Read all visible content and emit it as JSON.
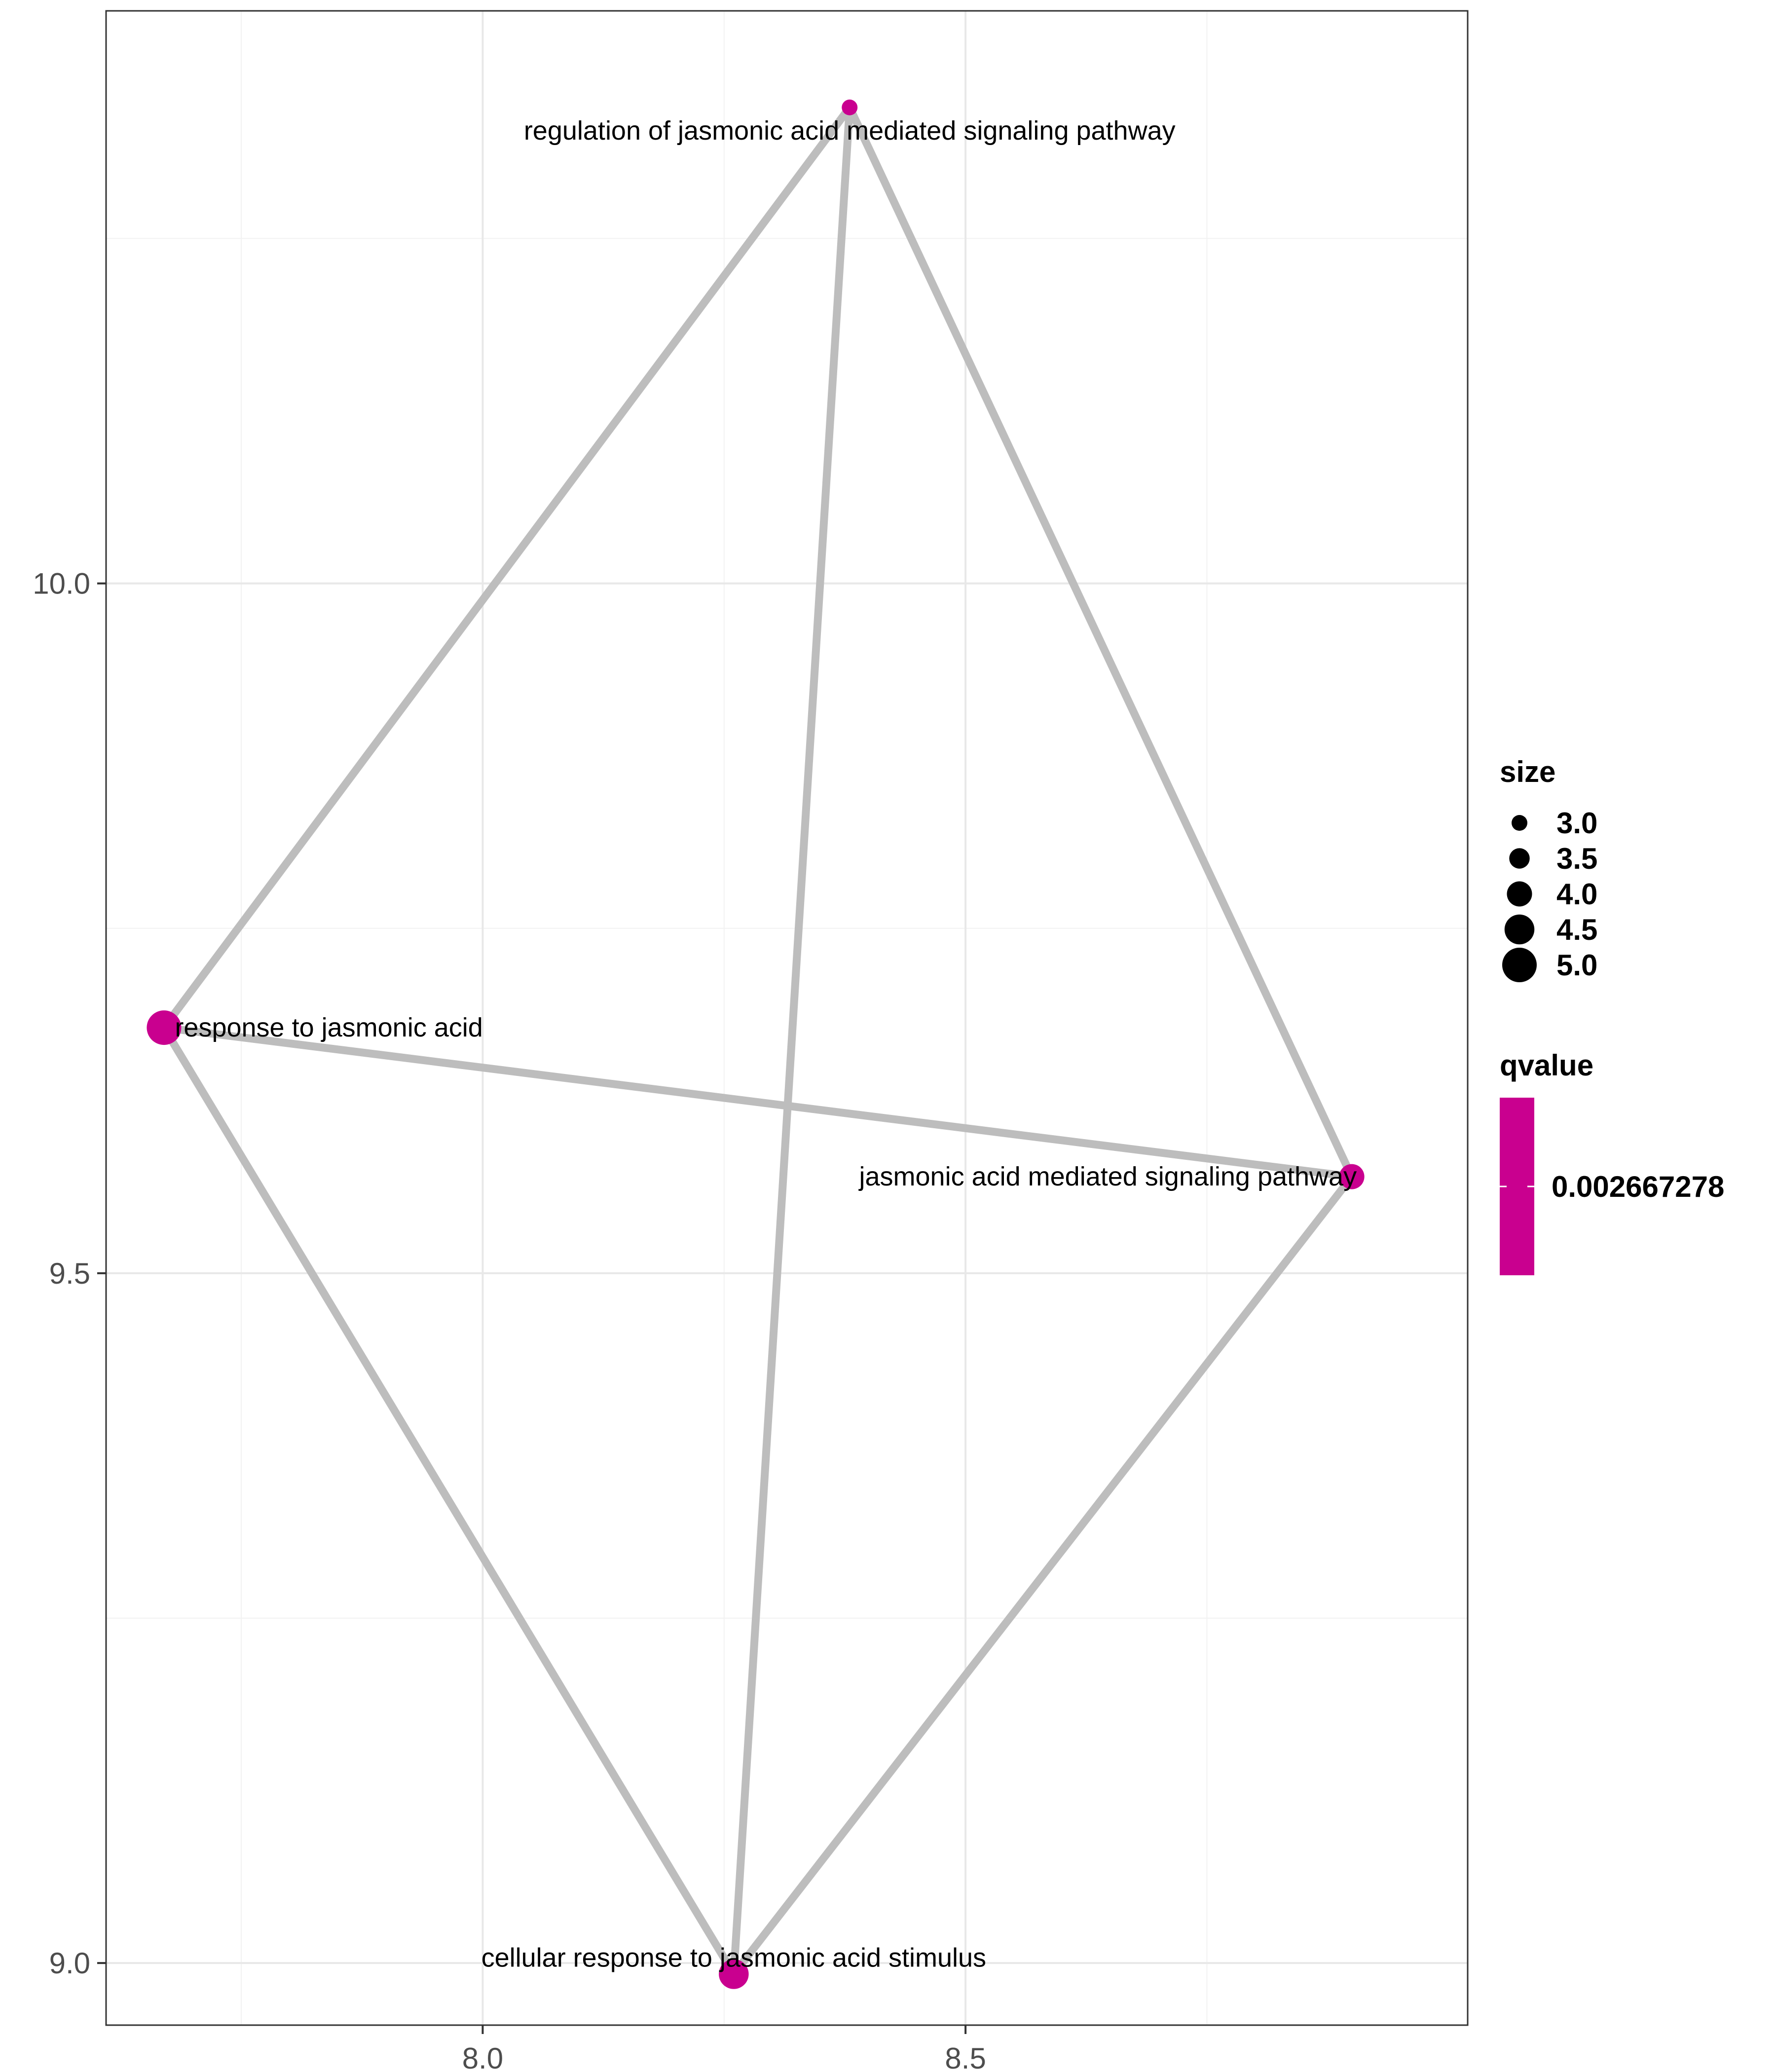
{
  "chart_data": {
    "type": "network",
    "title": "",
    "xlabel": "",
    "ylabel": "",
    "xlim": [
      7.61,
      9.02
    ],
    "ylim": [
      8.955,
      10.415
    ],
    "x_ticks": [
      {
        "value": 8.0,
        "label": "8.0"
      },
      {
        "value": 8.5,
        "label": "8.5"
      }
    ],
    "y_ticks": [
      {
        "value": 9.0,
        "label": "9.0"
      },
      {
        "value": 9.5,
        "label": "9.5"
      },
      {
        "value": 10.0,
        "label": "10.0"
      }
    ],
    "x_minor": [
      7.75,
      8.25,
      8.75
    ],
    "y_minor": [
      9.25,
      9.75,
      10.25
    ],
    "grid": true,
    "node_color": "#c9008f",
    "edge_color": "#bdbdbd",
    "nodes": [
      {
        "id": "reg",
        "label": "regulation of jasmonic acid mediated signaling pathway",
        "x": 8.38,
        "y": 10.345,
        "size": 3.0
      },
      {
        "id": "resp",
        "label": "response to jasmonic acid",
        "x": 7.67,
        "y": 9.678,
        "size": 5.0
      },
      {
        "id": "ja",
        "label": "jasmonic acid mediated signaling pathway",
        "x": 8.9,
        "y": 9.57,
        "size": 4.0
      },
      {
        "id": "cell",
        "label": "cellular response to jasmonic acid stimulus",
        "x": 8.26,
        "y": 8.992,
        "size": 4.5
      }
    ],
    "edges": [
      [
        "reg",
        "resp"
      ],
      [
        "reg",
        "ja"
      ],
      [
        "reg",
        "cell"
      ],
      [
        "resp",
        "ja"
      ],
      [
        "resp",
        "cell"
      ],
      [
        "ja",
        "cell"
      ]
    ],
    "legend": {
      "position": "right",
      "size": {
        "title": "size",
        "values": [
          3.0,
          3.5,
          4.0,
          4.5,
          5.0
        ],
        "labels": [
          "3.0",
          "3.5",
          "4.0",
          "4.5",
          "5.0"
        ]
      },
      "qvalue": {
        "title": "qvalue",
        "color": "#c9008f",
        "label": "0.002667278"
      }
    }
  }
}
